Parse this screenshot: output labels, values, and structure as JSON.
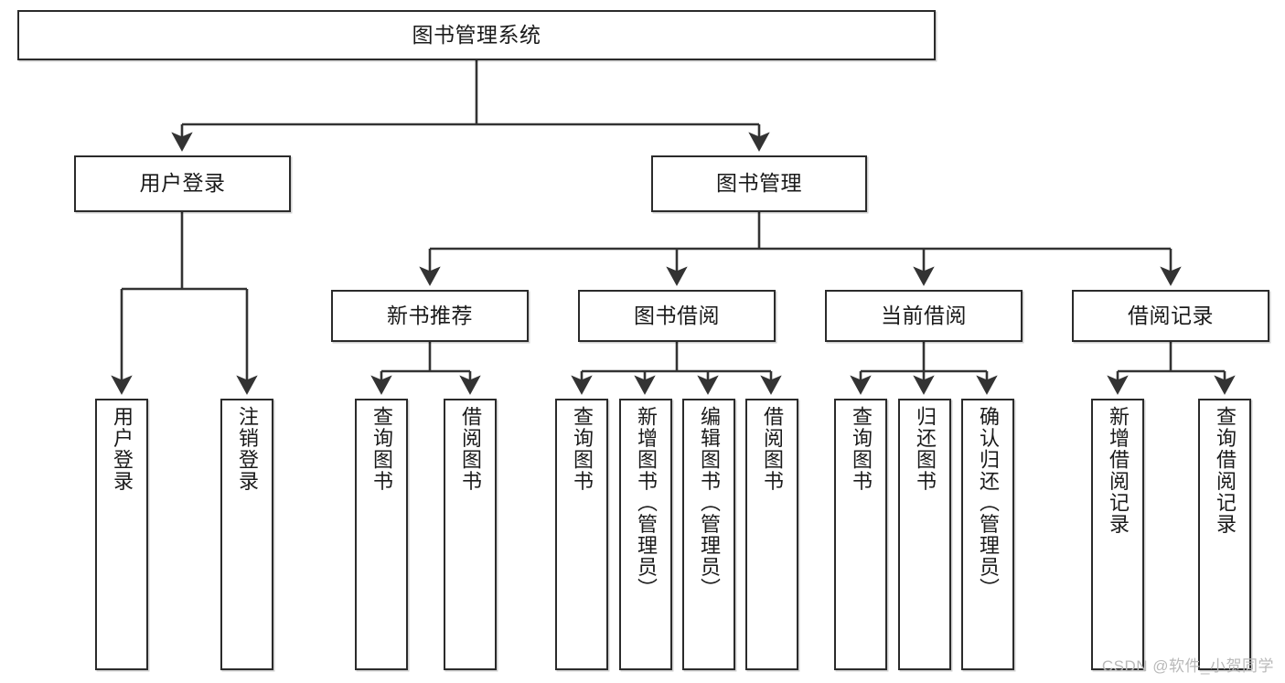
{
  "diagram": {
    "type": "tree",
    "title": "图书管理系统",
    "watermark": "CSDN @软件_小贺同学",
    "colors": {
      "box_border": "#2b2b2b",
      "box_fill": "#ffffff",
      "connector": "#333333",
      "text": "#1a1a1a",
      "watermark": "#b9b9b9"
    },
    "root": {
      "id": "root",
      "label": "图书管理系统"
    },
    "level2": [
      {
        "id": "user-login",
        "label": "用户登录"
      },
      {
        "id": "book-manage",
        "label": "图书管理"
      }
    ],
    "level3": [
      {
        "id": "new-book-recommend",
        "label": "新书推荐",
        "parent": "book-manage"
      },
      {
        "id": "book-borrow",
        "label": "图书借阅",
        "parent": "book-manage"
      },
      {
        "id": "current-borrow",
        "label": "当前借阅",
        "parent": "book-manage"
      },
      {
        "id": "borrow-record",
        "label": "借阅记录",
        "parent": "book-manage"
      }
    ],
    "leaves": [
      {
        "id": "leaf-user-login",
        "label": "用户登录",
        "parent": "user-login"
      },
      {
        "id": "leaf-logout-login",
        "label": "注销登录",
        "parent": "user-login"
      },
      {
        "id": "leaf-query-book-1",
        "label": "查询图书",
        "parent": "new-book-recommend"
      },
      {
        "id": "leaf-borrow-book-1",
        "label": "借阅图书",
        "parent": "new-book-recommend"
      },
      {
        "id": "leaf-query-book-2",
        "label": "查询图书",
        "parent": "book-borrow"
      },
      {
        "id": "leaf-add-book",
        "label": "新增图书（管理员）",
        "parent": "book-borrow"
      },
      {
        "id": "leaf-edit-book",
        "label": "编辑图书（管理员）",
        "parent": "book-borrow"
      },
      {
        "id": "leaf-borrow-book-2",
        "label": "借阅图书",
        "parent": "book-borrow"
      },
      {
        "id": "leaf-query-book-3",
        "label": "查询图书",
        "parent": "current-borrow"
      },
      {
        "id": "leaf-return-book",
        "label": "归还图书",
        "parent": "current-borrow"
      },
      {
        "id": "leaf-confirm-return",
        "label": "确认归还（管理员）",
        "parent": "current-borrow"
      },
      {
        "id": "leaf-add-record",
        "label": "新增借阅记录",
        "parent": "borrow-record"
      },
      {
        "id": "leaf-query-record",
        "label": "查询借阅记录",
        "parent": "borrow-record"
      }
    ]
  }
}
